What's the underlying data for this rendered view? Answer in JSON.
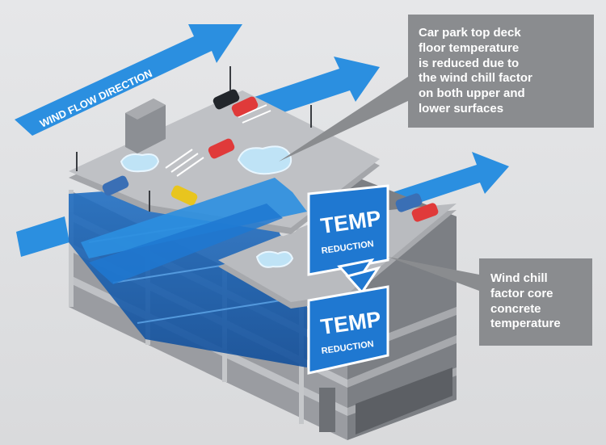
{
  "wind_label": "WIND FLOW DIRECTION",
  "temp_badges": [
    {
      "title": "TEMP",
      "subtitle": "REDUCTION"
    },
    {
      "title": "TEMP",
      "subtitle": "REDUCTION"
    }
  ],
  "callouts": {
    "top_deck": {
      "lines": [
        "Car park top deck",
        "floor temperature",
        "is reduced due to",
        "the wind chill factor",
        "on both upper and",
        "lower surfaces"
      ]
    },
    "core": {
      "lines": [
        "Wind chill",
        "factor core",
        "concrete",
        "temperature"
      ]
    }
  },
  "colors": {
    "wind_arrow": "#2b8fe0",
    "structure": "#8f9196",
    "deck": "#b9bbbf",
    "callout_bg": "#8a8c8f",
    "temp_badge": "#1f78d1",
    "car_red": "#e03a3a",
    "car_blue": "#3a6fb5",
    "car_yellow": "#e8c51e",
    "puddle": "#bfe3f6"
  }
}
